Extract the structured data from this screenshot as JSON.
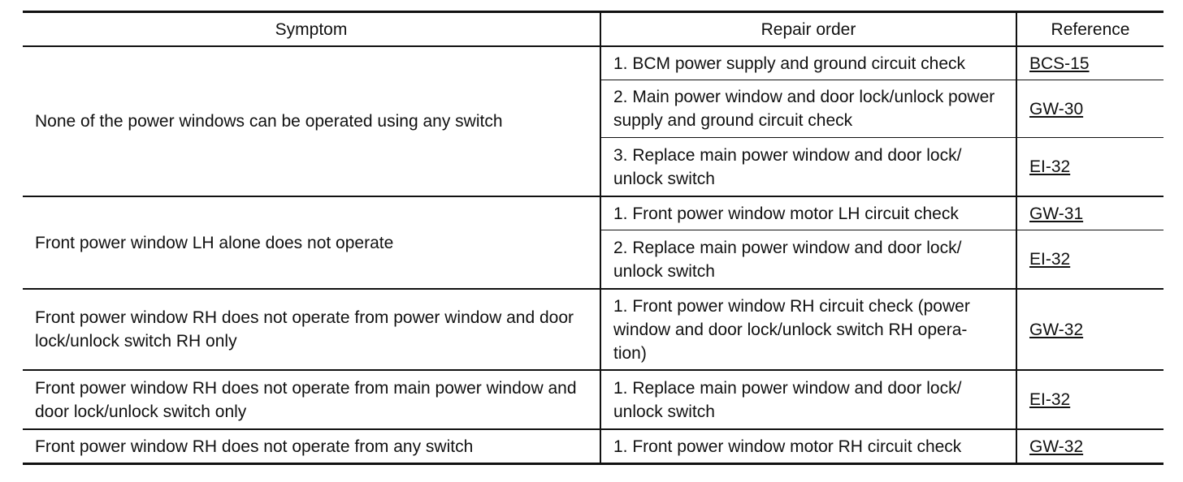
{
  "headers": {
    "symptom": "Symptom",
    "repair": "Repair order",
    "reference": "Reference"
  },
  "rows": [
    {
      "symptom": "None of the power windows can be operated using any switch",
      "steps": [
        {
          "repair": "1. BCM power supply and ground circuit check",
          "ref": "BCS-15"
        },
        {
          "repair": "2. Main power window and door lock/unlock power supply and ground circuit check",
          "ref": "GW-30"
        },
        {
          "repair": "3. Replace main power window and door lock/ unlock switch",
          "ref": "EI-32"
        }
      ]
    },
    {
      "symptom": "Front power window LH alone does not operate",
      "steps": [
        {
          "repair": "1. Front power window motor LH circuit check",
          "ref": "GW-31"
        },
        {
          "repair": "2. Replace main power window and door lock/ unlock switch",
          "ref": "EI-32"
        }
      ]
    },
    {
      "symptom": "Front power window RH does not operate from power window and door lock/unlock switch RH only",
      "steps": [
        {
          "repair": "1. Front power window RH circuit check (power window and door lock/unlock switch RH opera- tion)",
          "ref": "GW-32"
        }
      ]
    },
    {
      "symptom": "Front power window RH does not operate from main power window and door lock/unlock switch only",
      "steps": [
        {
          "repair": "1. Replace main power window and door lock/ unlock switch",
          "ref": "EI-32"
        }
      ]
    },
    {
      "symptom": "Front power window RH does not operate from any switch",
      "steps": [
        {
          "repair": "1. Front power window motor RH circuit check",
          "ref": "GW-32"
        }
      ]
    }
  ]
}
